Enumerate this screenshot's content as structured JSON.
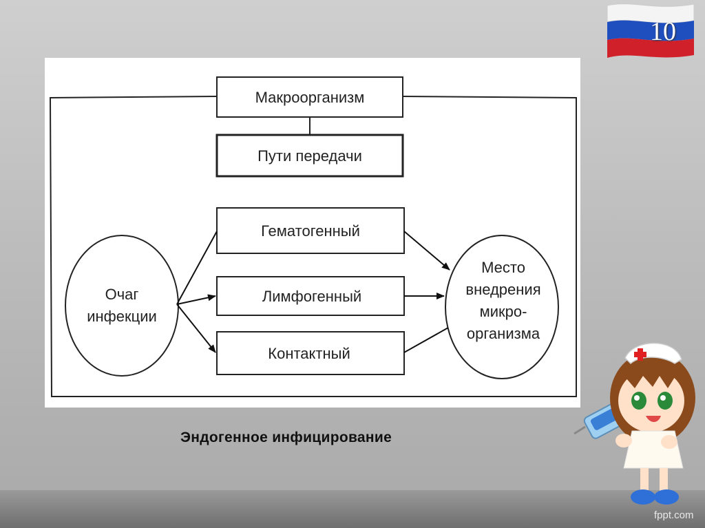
{
  "slide": {
    "number": "10"
  },
  "diagram": {
    "macroorganism": "Макроорганизм",
    "routes": "Пути передачи",
    "hematogenous": "Гематогенный",
    "lymphogenous": "Лимфогенный",
    "contact": "Контактный",
    "focus": [
      "Очаг",
      "инфекции"
    ],
    "entry_site": [
      "Место",
      "внедрения",
      "микро-",
      "организма"
    ]
  },
  "caption": "Эндогенное инфицирование",
  "watermark": "fppt.com",
  "colors": {
    "flag_white": "#ffffff",
    "flag_blue": "#1f4fbf",
    "flag_red": "#d0202a"
  }
}
